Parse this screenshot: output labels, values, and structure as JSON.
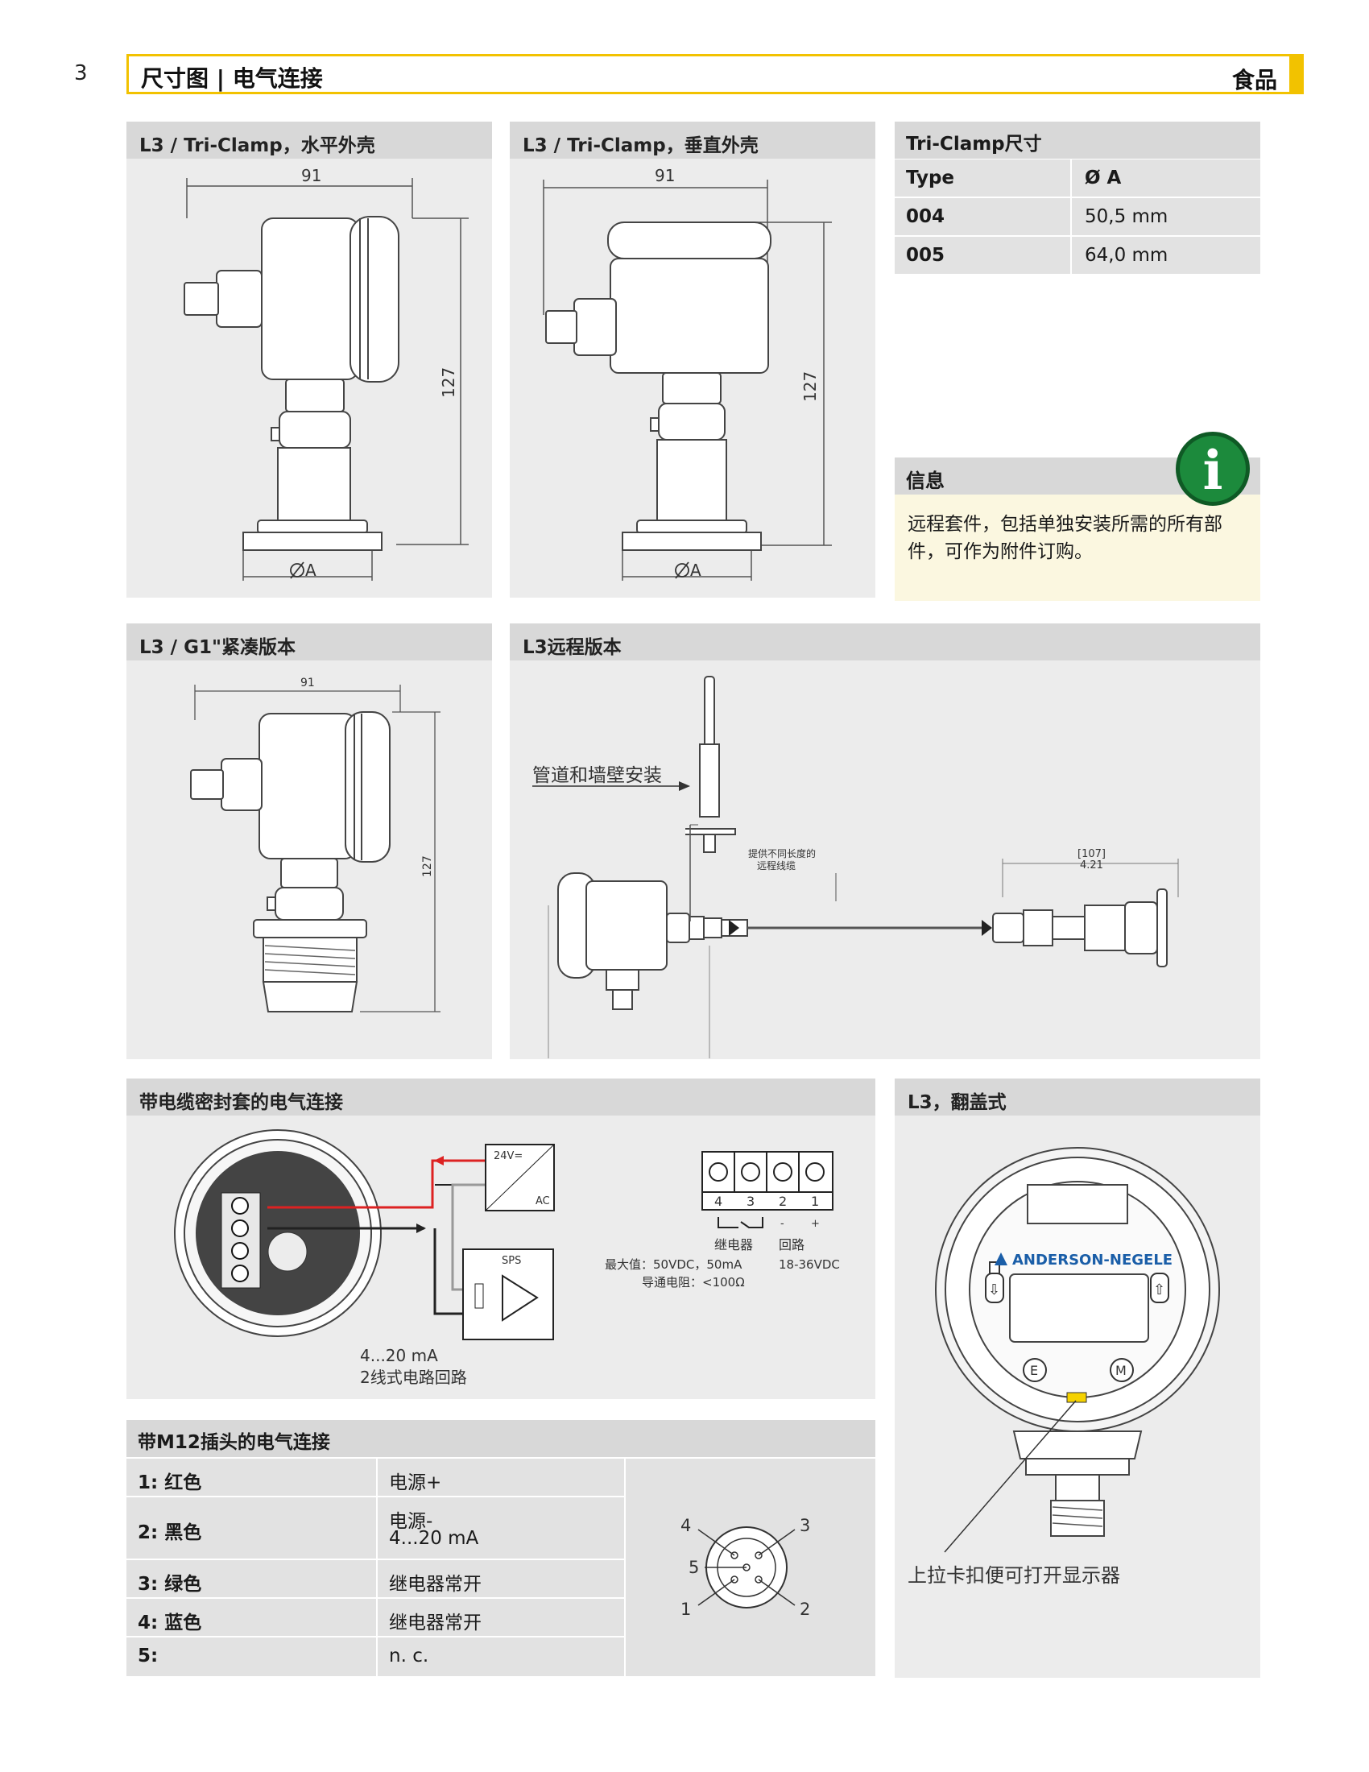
{
  "page_number": "3",
  "header": {
    "title": "尺寸图 | 电气连接",
    "category": "食品"
  },
  "panels": {
    "horizontal": {
      "title": "L3 / Tri-Clamp，水平外壳",
      "dim_width": "91",
      "dim_height": "127",
      "dim_diameter": "A"
    },
    "vertical": {
      "title": "L3 / Tri-Clamp，垂直外壳",
      "dim_width": "91",
      "dim_height": "127",
      "dim_diameter": "A"
    },
    "compact": {
      "title": "L3 / G1\"紧凑版本",
      "dim_width": "91",
      "dim_height": "127"
    },
    "remote": {
      "title": "L3远程版本",
      "mount_label": "管道和墙壁安装",
      "cable_label_1": "提供不同长度的",
      "cable_label_2": "远程线缆",
      "dim_top": "[107]",
      "dim_bottom": "4.21"
    },
    "cable_gland": {
      "title": "带电缆密封套的电气连接",
      "supply_top": "24V=",
      "supply_bottom": "AC",
      "sps": "SPS",
      "loop_line1": "4...20 mA",
      "loop_line2": "2线式电路回路",
      "terminals": [
        "4",
        "3",
        "2",
        "1"
      ],
      "relay_label": "继电器",
      "loop_label": "回路",
      "max_label": "最大值：50VDC，50mA",
      "resistance_label": "导通电阻：<100Ω",
      "voltage_label": "18-36VDC",
      "minus": "-",
      "plus": "+"
    },
    "flip": {
      "title": "L3，翻盖式",
      "brand": "ANDERSON-NEGELE",
      "btn_e": "E",
      "btn_m": "M",
      "caption": "上拉卡扣便可打开显示器"
    }
  },
  "tri_clamp": {
    "title": "Tri-Clamp尺寸",
    "headers": [
      "Type",
      "Ø A"
    ],
    "rows": [
      {
        "type": "004",
        "dia": "50,5 mm"
      },
      {
        "type": "005",
        "dia": "64,0 mm"
      }
    ]
  },
  "info": {
    "title": "信息",
    "text": "远程套件，包括单独安装所需的所有部件，可作为附件订购。",
    "icon": "info-icon"
  },
  "m12": {
    "title": "带M12插头的电气连接",
    "rows": [
      {
        "pin": "1:  红色",
        "func": "电源+"
      },
      {
        "pin": "2:  黑色",
        "func": "电源-",
        "func2": "4...20 mA"
      },
      {
        "pin": "3:  绿色",
        "func": "继电器常开"
      },
      {
        "pin": "4:  蓝色",
        "func": "继电器常开"
      },
      {
        "pin": "5:",
        "func": "n. c."
      }
    ],
    "pin_labels": [
      "4",
      "3",
      "5",
      "1",
      "2"
    ]
  }
}
